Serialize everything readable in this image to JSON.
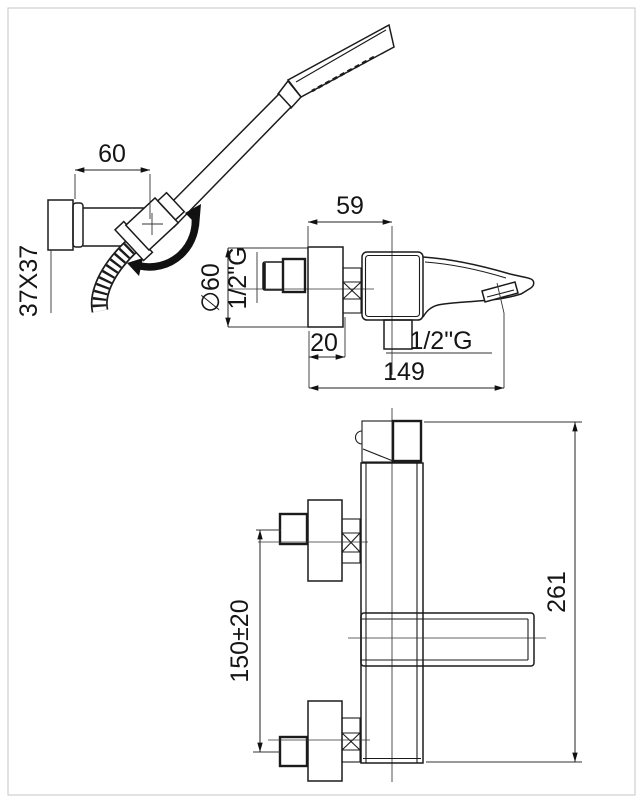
{
  "title": "Wall-mounted bath-shower mixer technical drawing",
  "colors": {
    "line": "#1b1b1b",
    "background": "#ffffff",
    "border": "#c6c6c6"
  },
  "views": {
    "hand_shower": {
      "arm_length": "60",
      "wall_plate_size": "37X37"
    },
    "side": {
      "width": "59",
      "escutcheon_diameter": "∅60",
      "inlet_thread": "1/2\"G",
      "escutcheon_depth": "20",
      "reach": "149",
      "outlet_thread": "1/2\"G"
    },
    "front": {
      "inlet_spacing": "150±20",
      "height": "261"
    }
  }
}
